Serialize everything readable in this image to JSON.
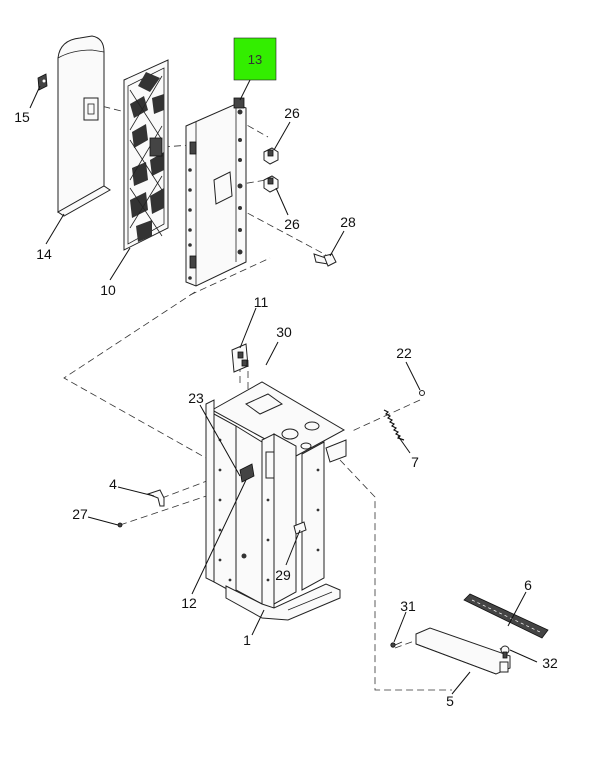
{
  "diagram": {
    "highlight": {
      "number": "13",
      "color": "#33ee00"
    },
    "callouts": [
      {
        "id": "c15",
        "text": "15"
      },
      {
        "id": "c14",
        "text": "14"
      },
      {
        "id": "c10",
        "text": "10"
      },
      {
        "id": "c26a",
        "text": "26"
      },
      {
        "id": "c26b",
        "text": "26"
      },
      {
        "id": "c28",
        "text": "28"
      },
      {
        "id": "c11",
        "text": "11"
      },
      {
        "id": "c30",
        "text": "30"
      },
      {
        "id": "c22",
        "text": "22"
      },
      {
        "id": "c23",
        "text": "23"
      },
      {
        "id": "c7",
        "text": "7"
      },
      {
        "id": "c4",
        "text": "4"
      },
      {
        "id": "c27",
        "text": "27"
      },
      {
        "id": "c29",
        "text": "29"
      },
      {
        "id": "c12",
        "text": "12"
      },
      {
        "id": "c1",
        "text": "1"
      },
      {
        "id": "c6",
        "text": "6"
      },
      {
        "id": "c31",
        "text": "31"
      },
      {
        "id": "c32",
        "text": "32"
      },
      {
        "id": "c5",
        "text": "5"
      }
    ]
  }
}
